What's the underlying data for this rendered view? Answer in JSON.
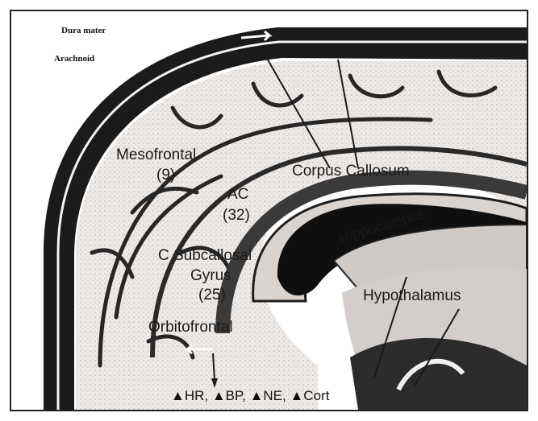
{
  "labels": {
    "dura_mater": "Dura mater",
    "arachnoid": "Arachnoid",
    "mesofrontal": "Mesofrontal",
    "mesofrontal_num": "(9)",
    "corpus_callosum": "Corpus Callosum",
    "ac": "AC",
    "ac_num": "(32)",
    "hippocampus": "Hippocampus",
    "subcallosal": "C Subcallosal",
    "gyrus": "Gyrus",
    "gyrus_num": "(25)",
    "hypothalamus": "Hypothalamus",
    "orbitofrontal": "Orbitofrontal"
  },
  "caption": "▲HR, ▲BP, ▲NE, ▲Cort"
}
